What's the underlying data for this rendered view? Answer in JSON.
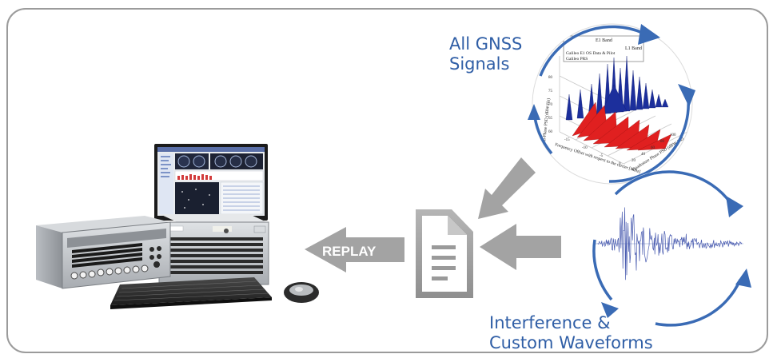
{
  "labels": {
    "gnss_line1": "All GNSS",
    "gnss_line2": "Signals",
    "interference_line1": "Interference &",
    "interference_line2": "Custom Waveforms",
    "replay": "REPLAY"
  },
  "gnss_chart": {
    "band_labels": [
      "E1 Band",
      "L1 Band"
    ],
    "legend_items": [
      "Galileo E1 OS Data & Pilot",
      "Galileo PRS"
    ],
    "z_ticks": [
      "80",
      "75",
      "70",
      "65",
      "60"
    ],
    "x_ticks": [
      "-15",
      "-10",
      "-5",
      "0"
    ],
    "y_ticks": [
      "100",
      "80",
      "60",
      "40",
      "20"
    ],
    "x_axis_label": "Frequency Offset with respect to the carrier [MHz]",
    "y_axis_label": "Quadrature Phase PSD (dBW-Hz)",
    "z_axis_label": "In-Phase PSD (dBW-Hz)"
  },
  "colors": {
    "accent_blue": "#2f5ea6",
    "ring_blue": "#3a6bb5",
    "arrow_gray": "#a3a3a3",
    "chart_red": "#e02020",
    "chart_blue": "#1c2f9c",
    "frame_gray": "#9b9b9b"
  },
  "icons": [
    "document-icon",
    "rotation-ring-icon",
    "arrow-left-icon",
    "arrow-diagonal-icon"
  ]
}
